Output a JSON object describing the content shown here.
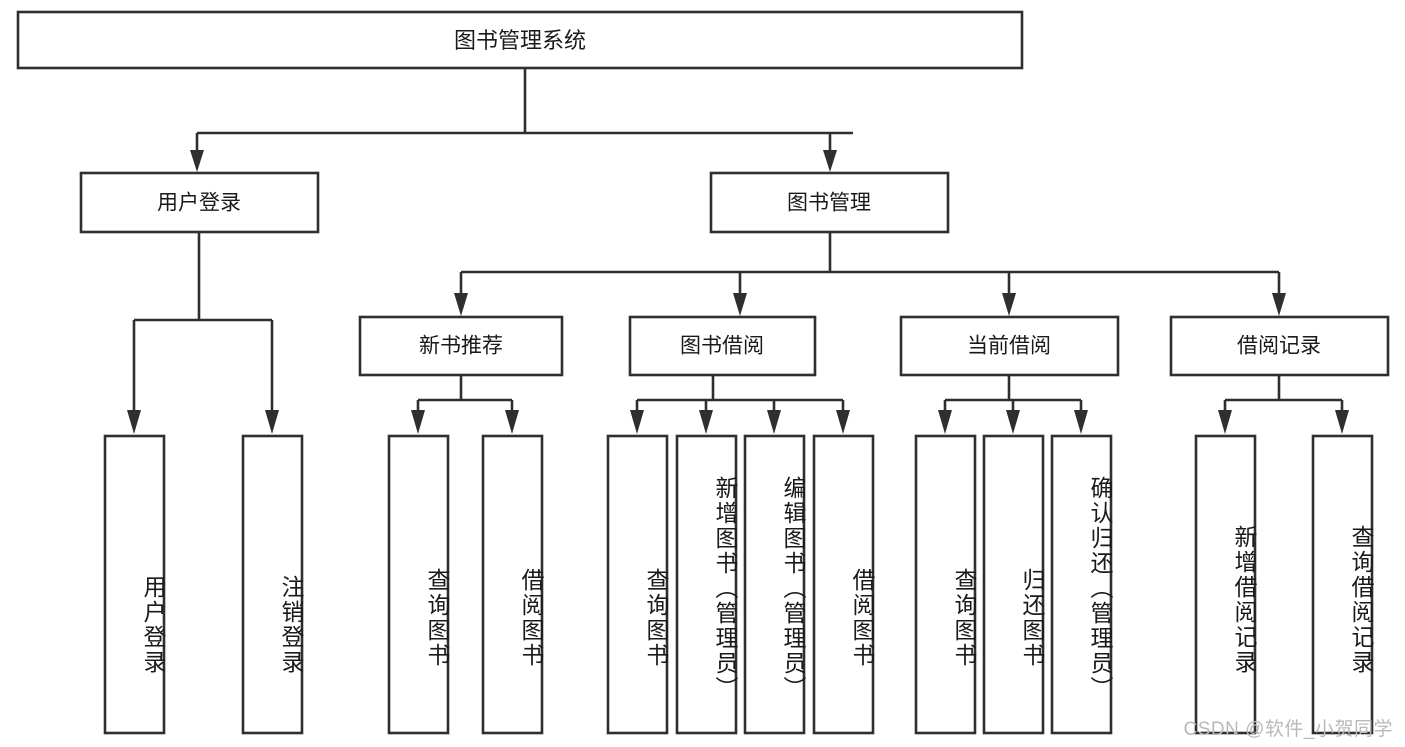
{
  "diagram": {
    "type": "hierarchy-tree",
    "title": "图书管理系统",
    "background_color": "#ffffff",
    "box_stroke_color": "#2f2f2f",
    "text_color": "#1a1a1a",
    "root": {
      "label": "图书管理系统"
    },
    "level2": [
      {
        "label": "用户登录"
      },
      {
        "label": "图书管理"
      }
    ],
    "level3": [
      {
        "label": "新书推荐"
      },
      {
        "label": "图书借阅"
      },
      {
        "label": "当前借阅"
      },
      {
        "label": "借阅记录"
      }
    ],
    "leaves": {
      "user_login": [
        {
          "label": "用户登录"
        },
        {
          "label": "注销登录"
        }
      ],
      "new_book_recommend": [
        {
          "label": "查询图书"
        },
        {
          "label": "借阅图书"
        }
      ],
      "book_borrow": [
        {
          "label": "查询图书"
        },
        {
          "label": "新增图书（管理员）"
        },
        {
          "label": "编辑图书（管理员）"
        },
        {
          "label": "借阅图书"
        }
      ],
      "current_borrow": [
        {
          "label": "查询图书"
        },
        {
          "label": "归还图书"
        },
        {
          "label": "确认归还（管理员）"
        }
      ],
      "borrow_record": [
        {
          "label": "新增借阅记录"
        },
        {
          "label": "查询借阅记录"
        }
      ]
    }
  },
  "watermark": {
    "text": "CSDN @软件_小贺同学"
  }
}
